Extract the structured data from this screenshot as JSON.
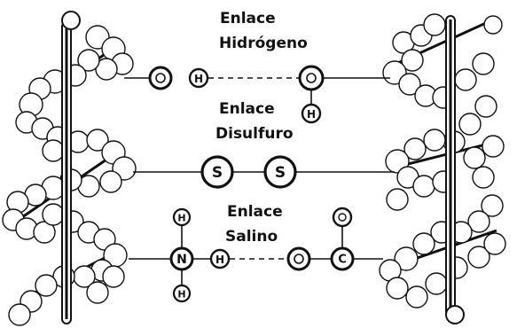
{
  "labels": {
    "hydrogen_bond": [
      "Enlace",
      "Hidrógeno"
    ],
    "disulfide_bond": [
      "Enlace",
      "Disulfuro"
    ],
    "salt_bond": [
      "Enlace",
      "Salino"
    ]
  },
  "atoms": {
    "hydrogen": "H",
    "sulfur": "S",
    "nitrogen": "N",
    "carbon": "C"
  },
  "colors": {
    "ink": "#111111",
    "background": "#ffffff"
  }
}
